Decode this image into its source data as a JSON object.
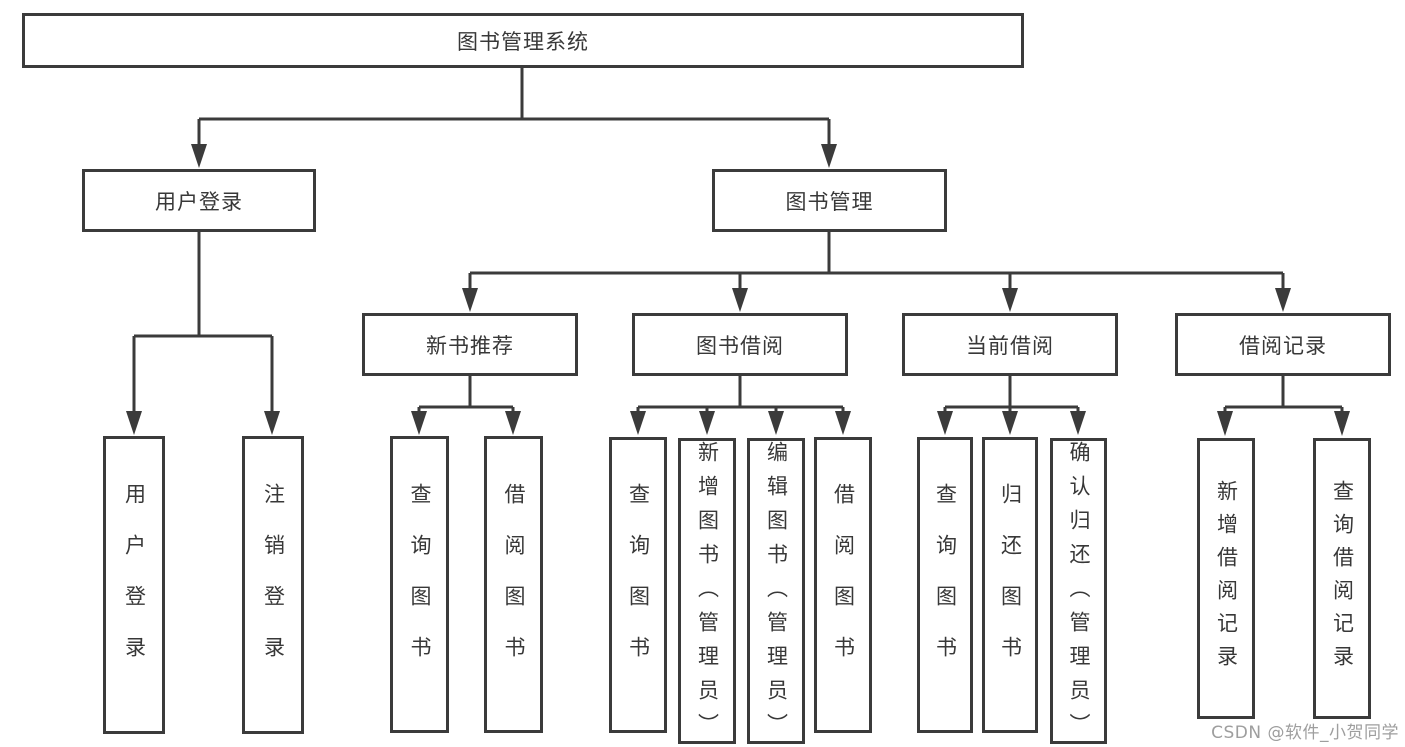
{
  "diagram_title": "图书管理系统",
  "nodes": {
    "root": {
      "label": "图书管理系统"
    },
    "level2": [
      {
        "label": "用户登录"
      },
      {
        "label": "图书管理"
      }
    ],
    "level3": [
      {
        "label": "新书推荐",
        "parent": "图书管理"
      },
      {
        "label": "图书借阅",
        "parent": "图书管理"
      },
      {
        "label": "当前借阅",
        "parent": "图书管理"
      },
      {
        "label": "借阅记录",
        "parent": "图书管理"
      }
    ],
    "leaves": [
      {
        "label": "用户登录",
        "parent": "用户登录"
      },
      {
        "label": "注销登录",
        "parent": "用户登录"
      },
      {
        "label": "查询图书",
        "parent": "新书推荐"
      },
      {
        "label": "借阅图书",
        "parent": "新书推荐"
      },
      {
        "label": "查询图书",
        "parent": "图书借阅"
      },
      {
        "label": "新增图书（管理员）",
        "parent": "图书借阅"
      },
      {
        "label": "编辑图书（管理员）",
        "parent": "图书借阅"
      },
      {
        "label": "借阅图书",
        "parent": "图书借阅"
      },
      {
        "label": "查询图书",
        "parent": "当前借阅"
      },
      {
        "label": "归还图书",
        "parent": "当前借阅"
      },
      {
        "label": "确认归还（管理员）",
        "parent": "当前借阅"
      },
      {
        "label": "新增借阅记录",
        "parent": "借阅记录"
      },
      {
        "label": "查询借阅记录",
        "parent": "借阅记录"
      }
    ]
  },
  "watermark": {
    "text": "CSDN @软件_小贺同学"
  },
  "colors": {
    "line": "#3b3b3b",
    "text": "#383838",
    "watermark": "#9e9e9e",
    "background": "#ffffff"
  }
}
